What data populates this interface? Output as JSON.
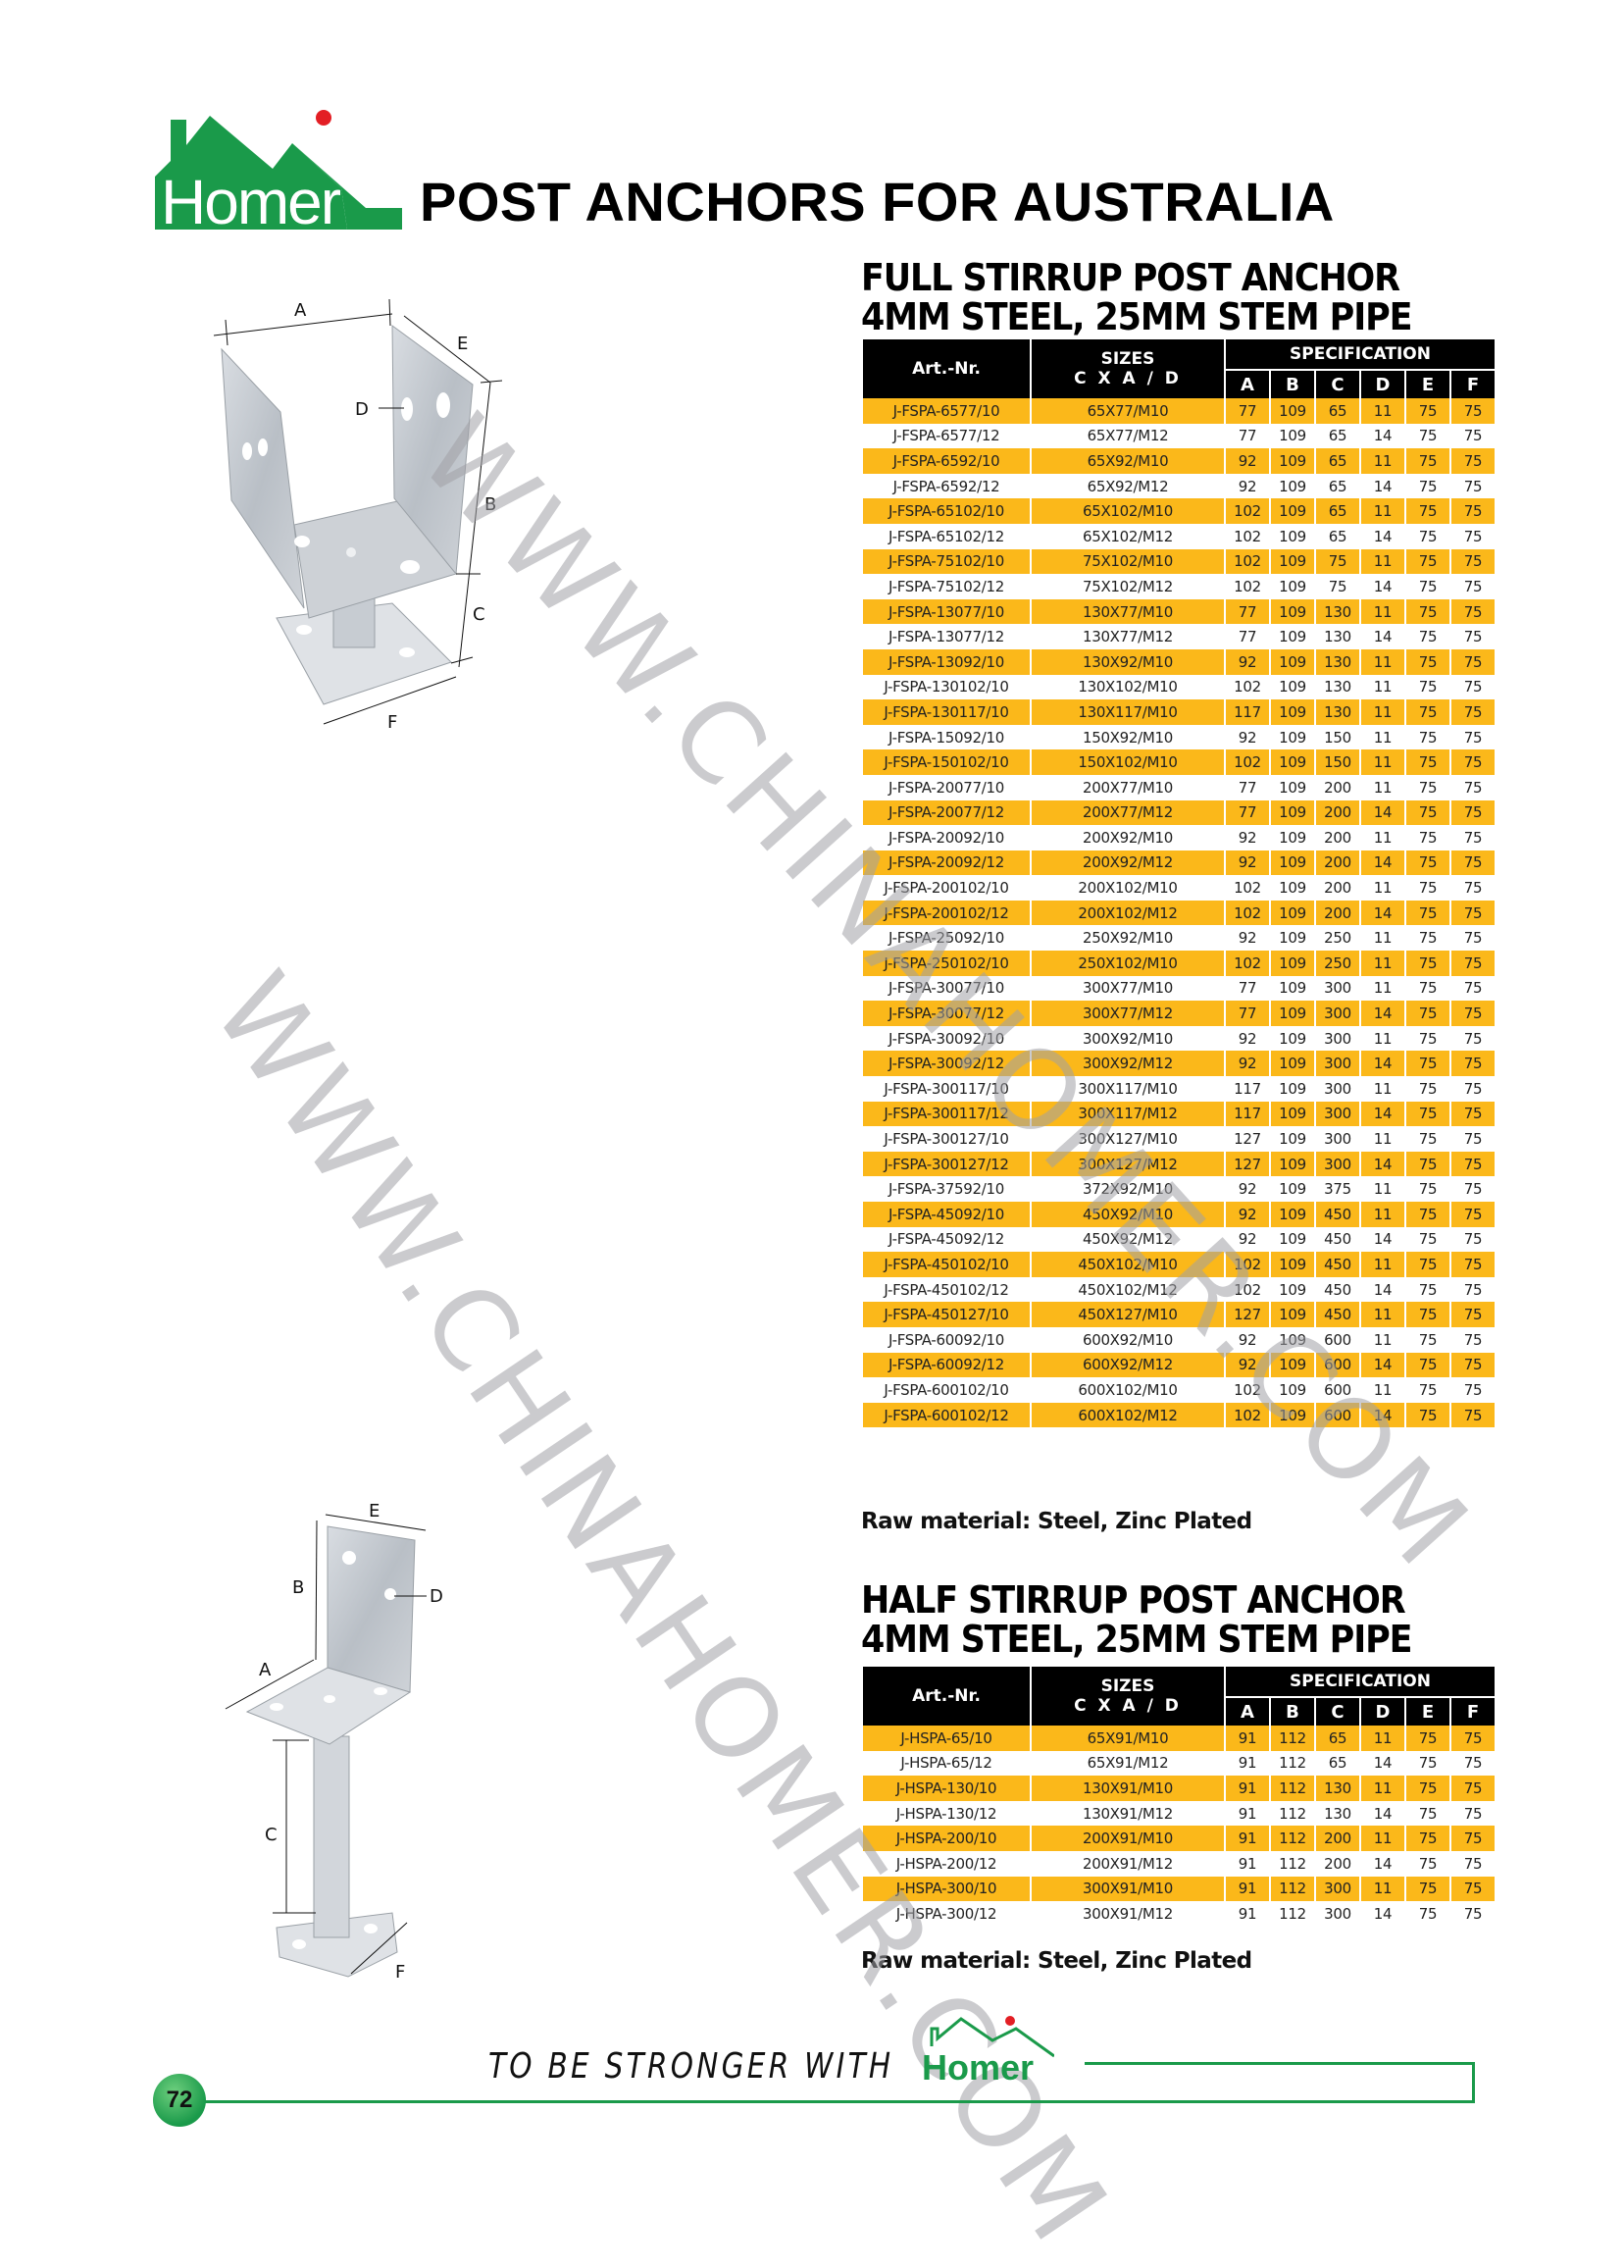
{
  "header": {
    "brand": "Homer",
    "title": "POST ANCHORS FOR AUSTRALIA",
    "brand_color": "#1a9a4a",
    "dot_color": "#e31e24"
  },
  "full_stirrup": {
    "title_line1": "FULL STIRRUP POST ANCHOR",
    "title_line2": "4MM STEEL, 25MM STEM PIPE",
    "columns": {
      "art": "Art.-Nr.",
      "sizes": "SIZES",
      "sizes_sub": "C X A / D",
      "specification": "SPECIFICATION",
      "letters": [
        "A",
        "B",
        "C",
        "D",
        "E",
        "F"
      ]
    },
    "rows": [
      [
        "J-FSPA-6577/10",
        "65X77/M10",
        "77",
        "109",
        "65",
        "11",
        "75",
        "75"
      ],
      [
        "J-FSPA-6577/12",
        "65X77/M12",
        "77",
        "109",
        "65",
        "14",
        "75",
        "75"
      ],
      [
        "J-FSPA-6592/10",
        "65X92/M10",
        "92",
        "109",
        "65",
        "11",
        "75",
        "75"
      ],
      [
        "J-FSPA-6592/12",
        "65X92/M12",
        "92",
        "109",
        "65",
        "14",
        "75",
        "75"
      ],
      [
        "J-FSPA-65102/10",
        "65X102/M10",
        "102",
        "109",
        "65",
        "11",
        "75",
        "75"
      ],
      [
        "J-FSPA-65102/12",
        "65X102/M12",
        "102",
        "109",
        "65",
        "14",
        "75",
        "75"
      ],
      [
        "J-FSPA-75102/10",
        "75X102/M10",
        "102",
        "109",
        "75",
        "11",
        "75",
        "75"
      ],
      [
        "J-FSPA-75102/12",
        "75X102/M12",
        "102",
        "109",
        "75",
        "14",
        "75",
        "75"
      ],
      [
        "J-FSPA-13077/10",
        "130X77/M10",
        "77",
        "109",
        "130",
        "11",
        "75",
        "75"
      ],
      [
        "J-FSPA-13077/12",
        "130X77/M12",
        "77",
        "109",
        "130",
        "14",
        "75",
        "75"
      ],
      [
        "J-FSPA-13092/10",
        "130X92/M10",
        "92",
        "109",
        "130",
        "11",
        "75",
        "75"
      ],
      [
        "J-FSPA-130102/10",
        "130X102/M10",
        "102",
        "109",
        "130",
        "11",
        "75",
        "75"
      ],
      [
        "J-FSPA-130117/10",
        "130X117/M10",
        "117",
        "109",
        "130",
        "11",
        "75",
        "75"
      ],
      [
        "J-FSPA-15092/10",
        "150X92/M10",
        "92",
        "109",
        "150",
        "11",
        "75",
        "75"
      ],
      [
        "J-FSPA-150102/10",
        "150X102/M10",
        "102",
        "109",
        "150",
        "11",
        "75",
        "75"
      ],
      [
        "J-FSPA-20077/10",
        "200X77/M10",
        "77",
        "109",
        "200",
        "11",
        "75",
        "75"
      ],
      [
        "J-FSPA-20077/12",
        "200X77/M12",
        "77",
        "109",
        "200",
        "14",
        "75",
        "75"
      ],
      [
        "J-FSPA-20092/10",
        "200X92/M10",
        "92",
        "109",
        "200",
        "11",
        "75",
        "75"
      ],
      [
        "J-FSPA-20092/12",
        "200X92/M12",
        "92",
        "109",
        "200",
        "14",
        "75",
        "75"
      ],
      [
        "J-FSPA-200102/10",
        "200X102/M10",
        "102",
        "109",
        "200",
        "11",
        "75",
        "75"
      ],
      [
        "J-FSPA-200102/12",
        "200X102/M12",
        "102",
        "109",
        "200",
        "14",
        "75",
        "75"
      ],
      [
        "J-FSPA-25092/10",
        "250X92/M10",
        "92",
        "109",
        "250",
        "11",
        "75",
        "75"
      ],
      [
        "J-FSPA-250102/10",
        "250X102/M10",
        "102",
        "109",
        "250",
        "11",
        "75",
        "75"
      ],
      [
        "J-FSPA-30077/10",
        "300X77/M10",
        "77",
        "109",
        "300",
        "11",
        "75",
        "75"
      ],
      [
        "J-FSPA-30077/12",
        "300X77/M12",
        "77",
        "109",
        "300",
        "14",
        "75",
        "75"
      ],
      [
        "J-FSPA-30092/10",
        "300X92/M10",
        "92",
        "109",
        "300",
        "11",
        "75",
        "75"
      ],
      [
        "J-FSPA-30092/12",
        "300X92/M12",
        "92",
        "109",
        "300",
        "14",
        "75",
        "75"
      ],
      [
        "J-FSPA-300117/10",
        "300X117/M10",
        "117",
        "109",
        "300",
        "11",
        "75",
        "75"
      ],
      [
        "J-FSPA-300117/12",
        "300X117/M12",
        "117",
        "109",
        "300",
        "14",
        "75",
        "75"
      ],
      [
        "J-FSPA-300127/10",
        "300X127/M10",
        "127",
        "109",
        "300",
        "11",
        "75",
        "75"
      ],
      [
        "J-FSPA-300127/12",
        "300X127/M12",
        "127",
        "109",
        "300",
        "14",
        "75",
        "75"
      ],
      [
        "J-FSPA-37592/10",
        "372X92/M10",
        "92",
        "109",
        "375",
        "11",
        "75",
        "75"
      ],
      [
        "J-FSPA-45092/10",
        "450X92/M10",
        "92",
        "109",
        "450",
        "11",
        "75",
        "75"
      ],
      [
        "J-FSPA-45092/12",
        "450X92/M12",
        "92",
        "109",
        "450",
        "14",
        "75",
        "75"
      ],
      [
        "J-FSPA-450102/10",
        "450X102/M10",
        "102",
        "109",
        "450",
        "11",
        "75",
        "75"
      ],
      [
        "J-FSPA-450102/12",
        "450X102/M12",
        "102",
        "109",
        "450",
        "14",
        "75",
        "75"
      ],
      [
        "J-FSPA-450127/10",
        "450X127/M10",
        "127",
        "109",
        "450",
        "11",
        "75",
        "75"
      ],
      [
        "J-FSPA-60092/10",
        "600X92/M10",
        "92",
        "109",
        "600",
        "11",
        "75",
        "75"
      ],
      [
        "J-FSPA-60092/12",
        "600X92/M12",
        "92",
        "109",
        "600",
        "14",
        "75",
        "75"
      ],
      [
        "J-FSPA-600102/10",
        "600X102/M10",
        "102",
        "109",
        "600",
        "11",
        "75",
        "75"
      ],
      [
        "J-FSPA-600102/12",
        "600X102/M12",
        "102",
        "109",
        "600",
        "14",
        "75",
        "75"
      ]
    ],
    "raw_material": "Raw material:  Steel, Zinc Plated",
    "drawing_labels": [
      "A",
      "B",
      "C",
      "D",
      "E",
      "F"
    ]
  },
  "half_stirrup": {
    "title_line1": "HALF STIRRUP POST ANCHOR",
    "title_line2": "4MM STEEL, 25MM STEM PIPE",
    "columns": {
      "art": "Art.-Nr.",
      "sizes": "SIZES",
      "sizes_sub": "C X A / D",
      "specification": "SPECIFICATION",
      "letters": [
        "A",
        "B",
        "C",
        "D",
        "E",
        "F"
      ]
    },
    "rows": [
      [
        "J-HSPA-65/10",
        "65X91/M10",
        "91",
        "112",
        "65",
        "11",
        "75",
        "75"
      ],
      [
        "J-HSPA-65/12",
        "65X91/M12",
        "91",
        "112",
        "65",
        "14",
        "75",
        "75"
      ],
      [
        "J-HSPA-130/10",
        "130X91/M10",
        "91",
        "112",
        "130",
        "11",
        "75",
        "75"
      ],
      [
        "J-HSPA-130/12",
        "130X91/M12",
        "91",
        "112",
        "130",
        "14",
        "75",
        "75"
      ],
      [
        "J-HSPA-200/10",
        "200X91/M10",
        "91",
        "112",
        "200",
        "11",
        "75",
        "75"
      ],
      [
        "J-HSPA-200/12",
        "200X91/M12",
        "91",
        "112",
        "200",
        "14",
        "75",
        "75"
      ],
      [
        "J-HSPA-300/10",
        "300X91/M10",
        "91",
        "112",
        "300",
        "11",
        "75",
        "75"
      ],
      [
        "J-HSPA-300/12",
        "300X91/M12",
        "91",
        "112",
        "300",
        "14",
        "75",
        "75"
      ]
    ],
    "raw_material": "Raw material:  Steel, Zinc Plated",
    "drawing_labels": [
      "A",
      "B",
      "C",
      "D",
      "E",
      "F"
    ]
  },
  "watermark": {
    "text1": "WWW.CHINAHOMER.COM",
    "text2": "WWW.CHINAHOMER.COM"
  },
  "footer": {
    "slogan": "TO BE STRONGER WITH",
    "brand": "Homer",
    "page_number": "72"
  },
  "colors": {
    "row_highlight": "#fbb81a",
    "header_bg": "#000000",
    "accent_green": "#1a9a4a"
  }
}
